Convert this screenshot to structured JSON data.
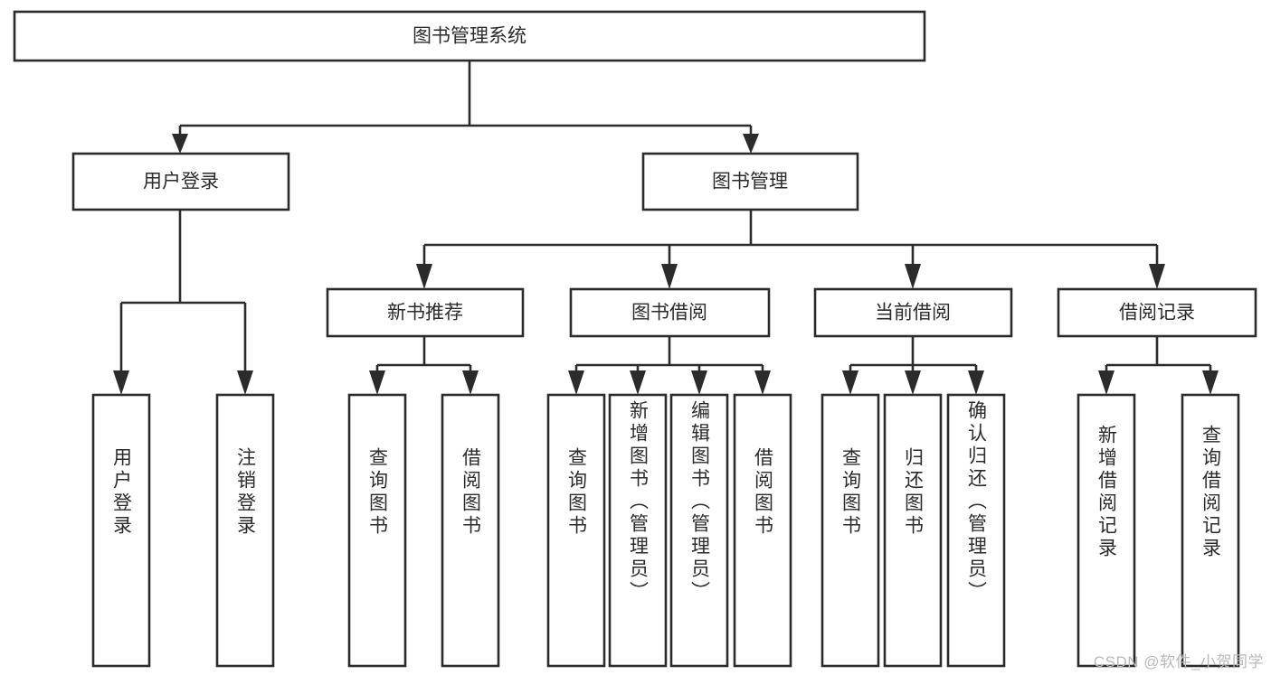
{
  "diagram": {
    "type": "tree",
    "title": "图书管理系统",
    "watermark": "CSDN @软件_小贺同学",
    "colors": {
      "stroke": "#2b2b2b",
      "fill": "#ffffff",
      "background": "#ffffff",
      "watermark": "#b9b9b9"
    },
    "levels": {
      "root": {
        "label": "图书管理系统"
      },
      "level2": [
        {
          "label": "用户登录"
        },
        {
          "label": "图书管理"
        }
      ],
      "level3": [
        {
          "label": "新书推荐"
        },
        {
          "label": "图书借阅"
        },
        {
          "label": "当前借阅"
        },
        {
          "label": "借阅记录"
        }
      ],
      "leaves": {
        "user_login": [
          {
            "label": "用户登录"
          },
          {
            "label": "注销登录"
          }
        ],
        "new_book_recommend": [
          {
            "label": "查询图书"
          },
          {
            "label": "借阅图书"
          }
        ],
        "book_borrow": [
          {
            "label": "查询图书"
          },
          {
            "label": "新增图书（管理员）"
          },
          {
            "label": "编辑图书（管理员）"
          },
          {
            "label": "借阅图书"
          }
        ],
        "current_borrow": [
          {
            "label": "查询图书"
          },
          {
            "label": "归还图书"
          },
          {
            "label": "确认归还（管理员）"
          }
        ],
        "borrow_record": [
          {
            "label": "新增借阅记录"
          },
          {
            "label": "查询借阅记录"
          }
        ]
      }
    }
  }
}
